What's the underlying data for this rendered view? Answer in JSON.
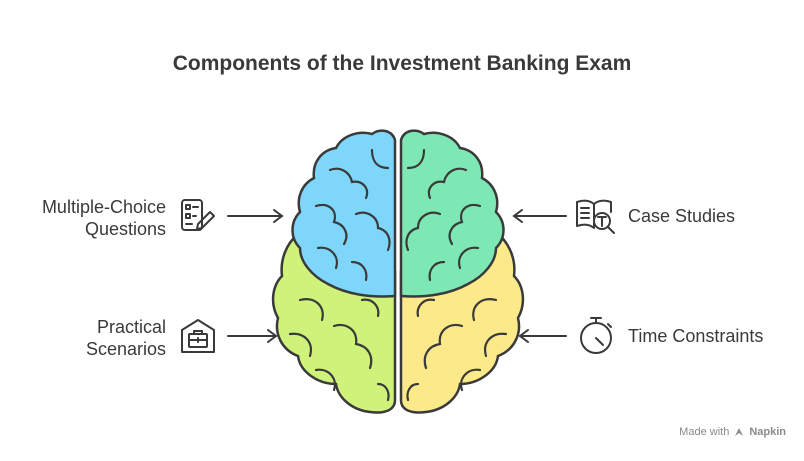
{
  "title": "Components of the Investment Banking Exam",
  "components": {
    "multiple_choice": {
      "line1": "Multiple-Choice",
      "line2": "Questions",
      "icon": "checklist-pencil-icon",
      "color": "#7ed6fb"
    },
    "case_studies": {
      "label": "Case Studies",
      "icon": "book-magnifier-icon",
      "color": "#7ee8b4"
    },
    "practical": {
      "line1": "Practical",
      "line2": "Scenarios",
      "icon": "briefcase-house-icon",
      "color": "#cff27a"
    },
    "time": {
      "label": "Time Constraints",
      "icon": "stopwatch-icon",
      "color": "#fbe98a"
    }
  },
  "footer": {
    "prefix": "Made with",
    "brand": "Napkin"
  }
}
